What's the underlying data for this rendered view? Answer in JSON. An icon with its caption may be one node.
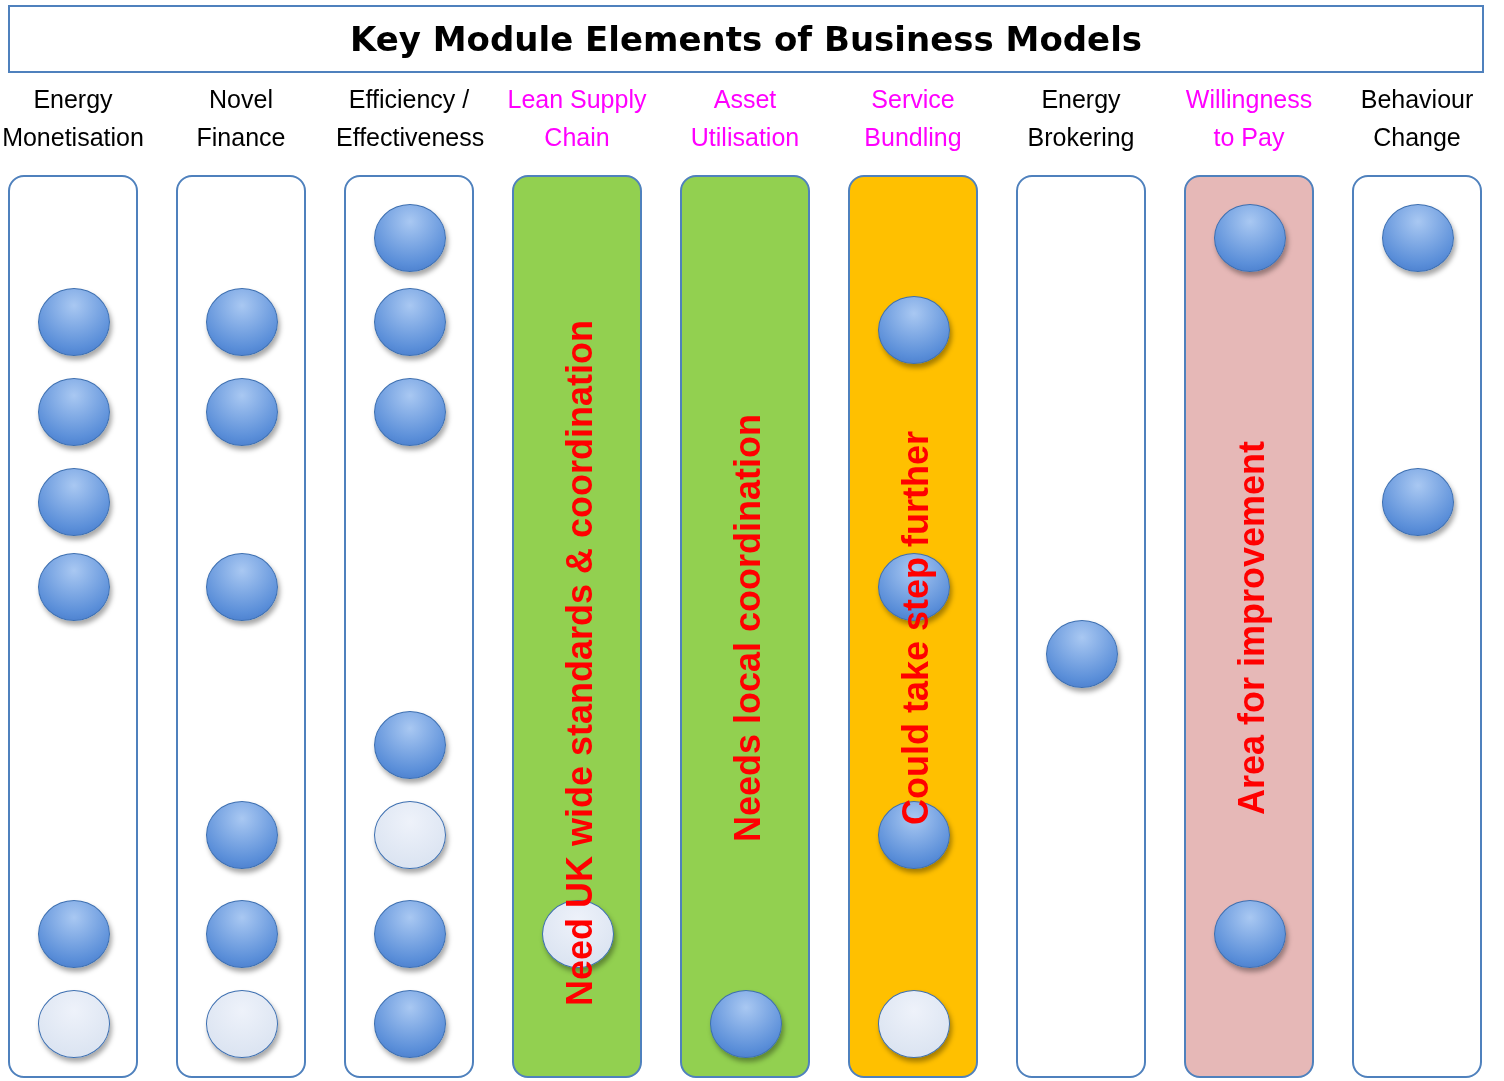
{
  "diagram": {
    "title": "Key Module Elements of Business Models",
    "nodes": [
      {
        "text": [
          "Energy Monetisation"
        ]
      },
      {
        "text": [],
        "shape": "circle",
        "in": 0
      },
      {
        "text": [],
        "shape": "circle",
        "in": 0
      },
      {
        "text": [],
        "shape": "circle",
        "in": 0
      },
      {
        "text": [],
        "shape": "circle",
        "in": 0
      },
      {
        "text": [],
        "shape": "circle",
        "in": 0
      },
      {
        "text": [],
        "shape": "circle",
        "in": 0
      },
      {
        "text": [
          "Novel Finance"
        ]
      },
      {
        "text": [],
        "shape": "circle",
        "in": 7
      },
      {
        "text": [],
        "shape": "circle",
        "in": 7
      },
      {
        "text": [],
        "shape": "circle",
        "in": 7
      },
      {
        "text": [],
        "shape": "circle",
        "in": 7
      },
      {
        "text": [],
        "shape": "circle",
        "in": 7
      },
      {
        "text": [],
        "shape": "circle",
        "in": 7
      },
      {
        "text": [
          "Efficiency / Effectiveness"
        ]
      },
      {
        "text": [],
        "shape": "circle",
        "in": 14
      },
      {
        "text": [],
        "shape": "circle",
        "in": 14
      },
      {
        "text": [],
        "shape": "circle",
        "in": 14
      },
      {
        "text": [],
        "shape": "circle",
        "in": 14
      },
      {
        "text": [],
        "shape": "circle",
        "in": 14
      },
      {
        "text": [],
        "shape": "circle",
        "in": 14
      },
      {
        "text": [],
        "shape": "circle",
        "in": 14
      },
      {
        "text": [
          "Lean Supply Chain",
          "Need UK wide standards & coordination"
        ]
      },
      {
        "text": [],
        "shape": "circle",
        "in": 22
      },
      {
        "text": [
          "Asset Utilisation",
          "Needs local coordination"
        ]
      },
      {
        "text": [],
        "shape": "circle",
        "in": 24
      },
      {
        "text": [
          "Service Bundling",
          "Could take step further"
        ]
      },
      {
        "text": [],
        "shape": "circle",
        "in": 26
      },
      {
        "text": [],
        "shape": "circle",
        "in": 26
      },
      {
        "text": [],
        "shape": "circle",
        "in": 26
      },
      {
        "text": [],
        "shape": "circle",
        "in": 26
      },
      {
        "text": [
          "Energy Brokering"
        ]
      },
      {
        "text": [],
        "shape": "circle",
        "in": 31
      },
      {
        "text": [
          "Willingness to Pay",
          "Area for improvement"
        ]
      },
      {
        "text": [],
        "shape": "circle",
        "in": 33
      },
      {
        "text": [],
        "shape": "circle",
        "in": 33
      },
      {
        "text": [
          "Behaviour Change"
        ]
      },
      {
        "text": [],
        "shape": "circle",
        "in": 36
      },
      {
        "text": [],
        "shape": "circle",
        "in": 36
      }
    ],
    "edges": []
  }
}
